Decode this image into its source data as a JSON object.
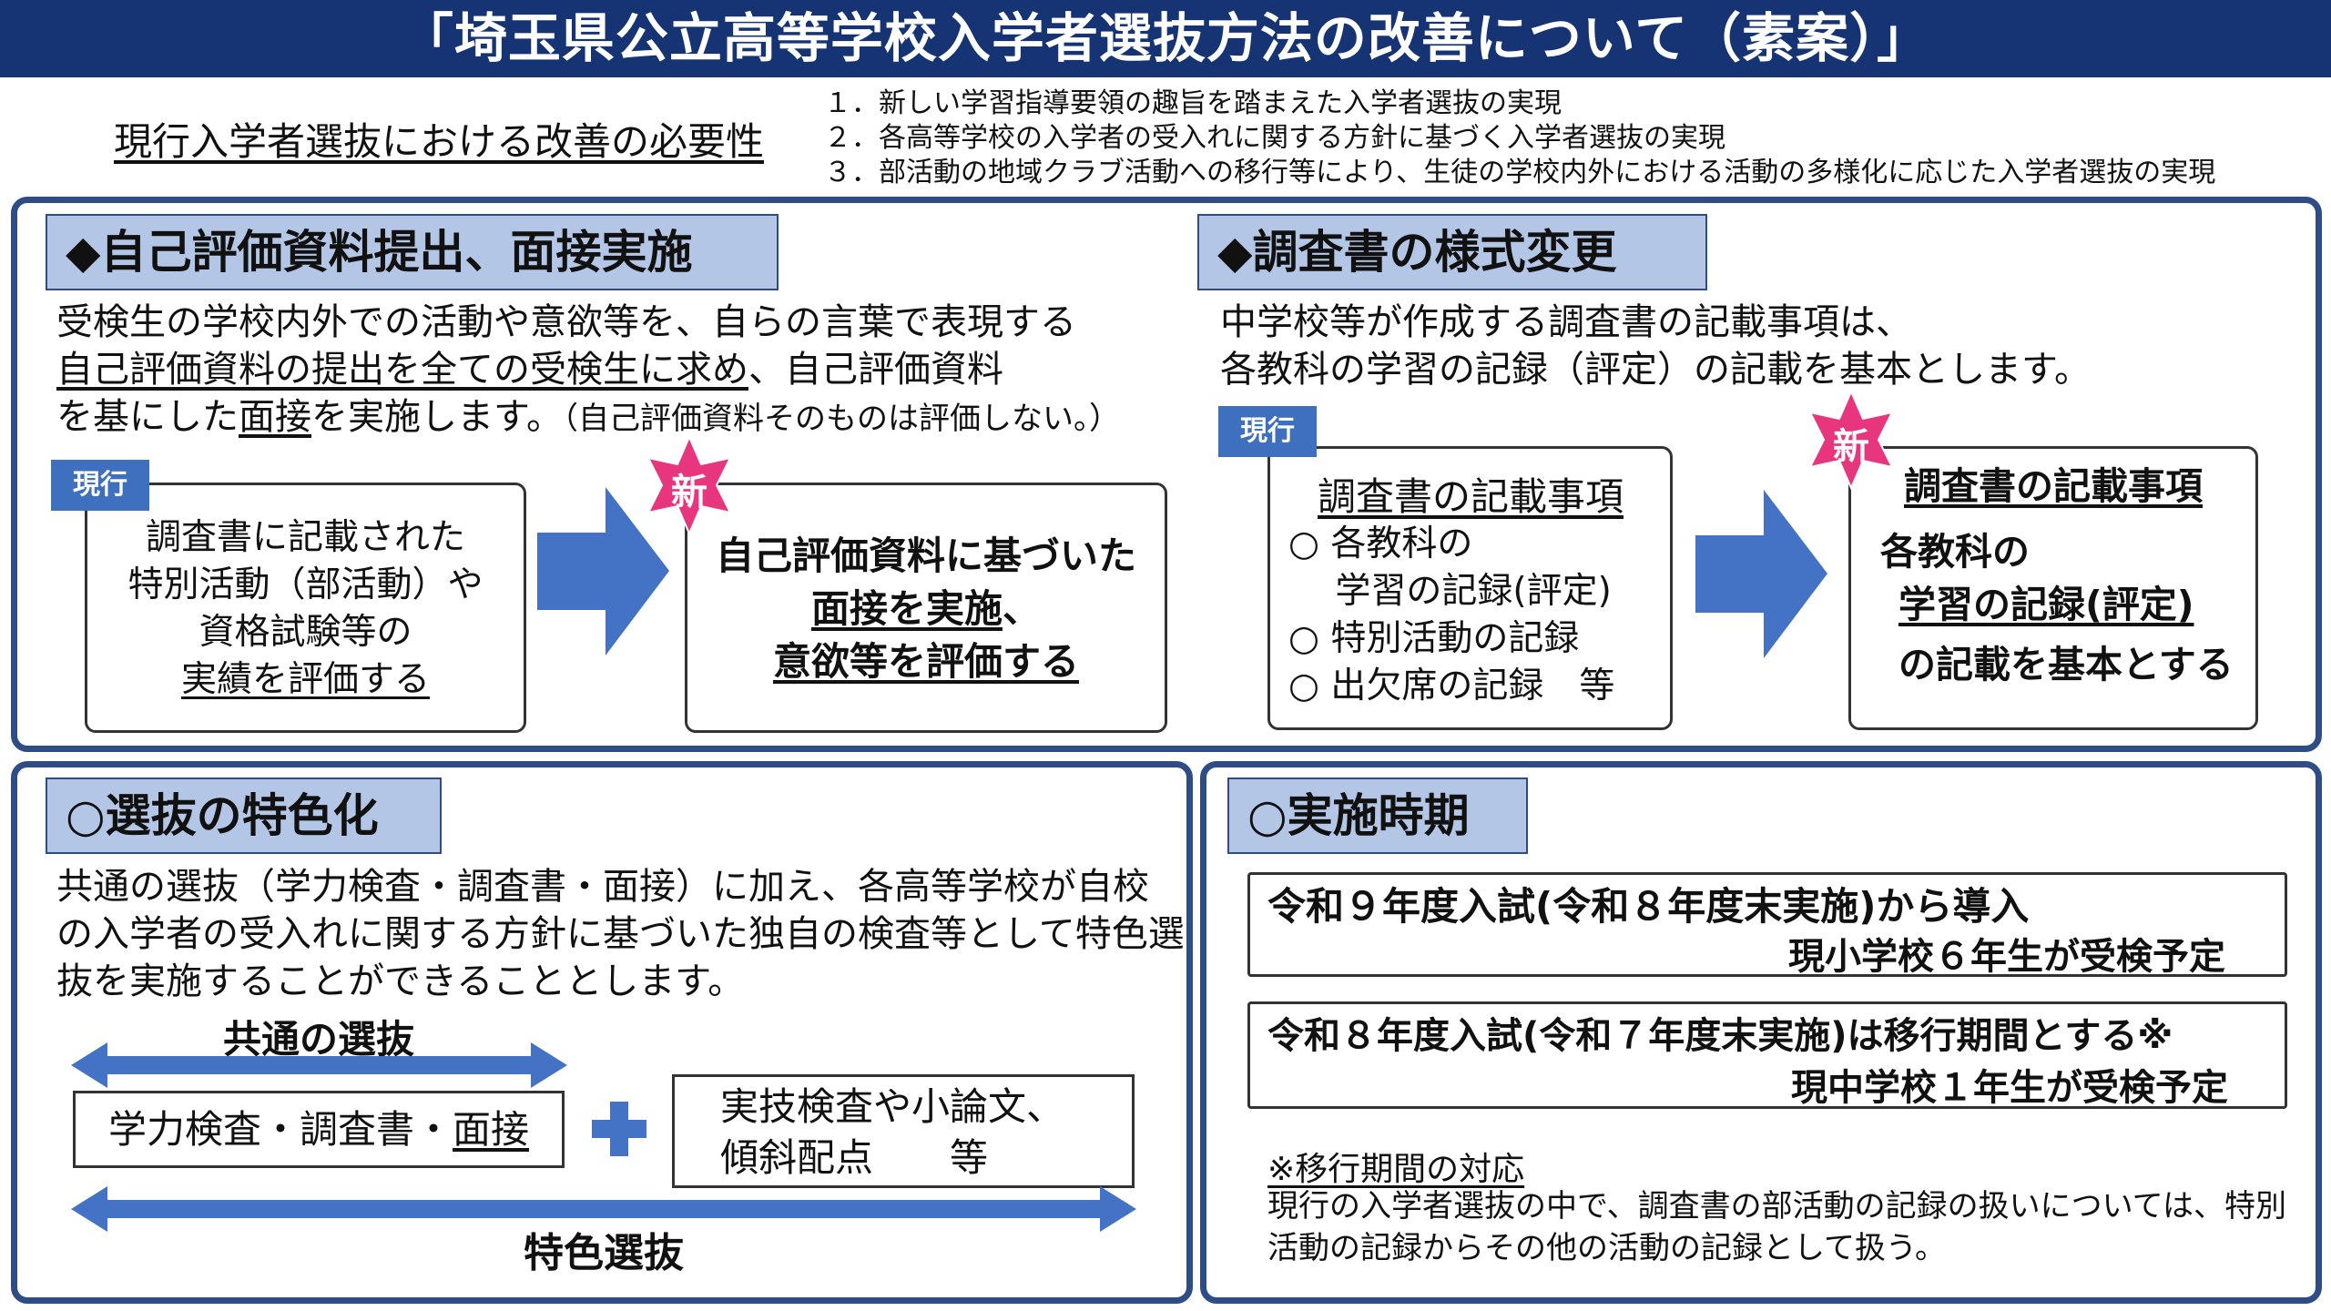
{
  "title": "「埼玉県公立高等学校入学者選抜方法の改善について（素案）」",
  "reason_heading": "現行入学者選抜における改善の必要性",
  "reasons": [
    "１．新しい学習指導要領の趣旨を踏まえた入学者選抜の実現",
    "２．各高等学校の入学者の受入れに関する方針に基づく入学者選抜の実現",
    "３．部活動の地域クラブ活動への移行等により、生徒の学校内外における活動の多様化に応じた入学者選抜の実現"
  ],
  "panel1": {
    "heading": "◆自己評価資料提出、面接実施",
    "desc_line1": "受検生の学校内外での活動や意欲等を、自らの言葉で表現する",
    "desc_line2_u": "自己評価資料の提出を全ての受検生に求め",
    "desc_line2_rest": "、自己評価資料",
    "desc_line3_a": "を基にした",
    "desc_line3_u": "面接",
    "desc_line3_b": "を実施します。",
    "desc_line3_note": "（自己評価資料そのものは評価しない。）",
    "current_tag": "現行",
    "current_lines": [
      "調査書に記載された",
      "特別活動（部活動）や",
      "資格試験等の"
    ],
    "current_last_u": "実績を評価する",
    "new_badge": "新",
    "new_line1": "自己評価資料に基づいた",
    "new_line2_u": "面接を実施",
    "new_line2_rest": "、",
    "new_line3_u": "意欲等を評価する"
  },
  "panel2": {
    "heading": "◆調査書の様式変更",
    "desc_lines": [
      "中学校等が作成する調査書の記載事項は、",
      "各教科の学習の記録（評定）の記載を基本とします。"
    ],
    "current_tag": "現行",
    "current_title": "調査書の記載事項",
    "current_items": [
      "○ 各教科の",
      "　 学習の記録(評定)",
      "○ 特別活動の記録",
      "○ 出欠席の記録　等"
    ],
    "new_badge": "新",
    "new_title": "調査書の記載事項",
    "new_line1": "各教科の",
    "new_line2_u": "学習の記録(評定)",
    "new_line3": "の記載を基本とする"
  },
  "panel3": {
    "heading": "○選抜の特色化",
    "desc_lines": [
      "共通の選抜（学力検査・調査書・面接）に加え、各高等学校が自校",
      "の入学者の受入れに関する方針に基づいた独自の検査等として特色選",
      "抜を実施することができることとします。"
    ],
    "common_label": "共通の選抜",
    "common_box_a": "学力検査・調査書・",
    "common_box_u": "面接",
    "extra_line1": "実技検査や小論文、",
    "extra_line2": "傾斜配点　　等",
    "tokushoku_label": "特色選抜"
  },
  "panel4": {
    "heading": "○実施時期",
    "box1_line1": "令和９年度入試(令和８年度末実施)から導入",
    "box1_line2": "現小学校６年生が受検予定",
    "box2_line1": "令和８年度入試(令和７年度末実施)は移行期間とする※",
    "box2_line2": "現中学校１年生が受検予定",
    "note_title": "※移行期間の対応",
    "note_line1": "現行の入学者選抜の中で、調査書の部活動の記録の扱いについては、特別",
    "note_line2": "活動の記録からその他の活動の記録として扱う。"
  },
  "colors": {
    "title_bg": "#163474",
    "panel_border": "#2e4d86",
    "header_bg": "#b4c6e6",
    "arrow": "#4472c4",
    "badge": "#e8367e"
  }
}
